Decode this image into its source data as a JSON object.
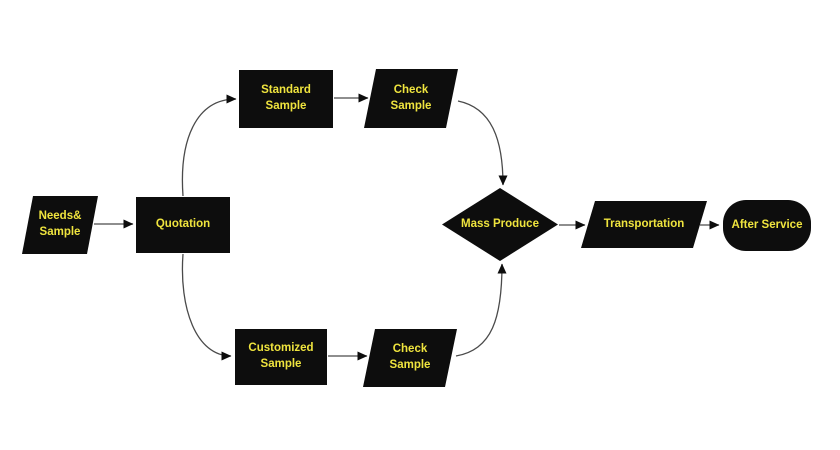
{
  "diagram": {
    "type": "flowchart",
    "colors": {
      "background": "#ffffff",
      "node_fill": "#0d0d0d",
      "text": "#efe43e",
      "edge_line": "#4a4a4a",
      "arrowhead": "#0d0d0d"
    },
    "nodes": {
      "needs_sample": {
        "label": "Needs&\nSample",
        "shape": "parallelogram"
      },
      "quotation": {
        "label": "Quotation",
        "shape": "rectangle"
      },
      "standard_sample": {
        "label": "Standard\nSample",
        "shape": "rectangle"
      },
      "check_sample_top": {
        "label": "Check\nSample",
        "shape": "parallelogram"
      },
      "customized_sample": {
        "label": "Customized\nSample",
        "shape": "rectangle"
      },
      "check_sample_bottom": {
        "label": "Check\nSample",
        "shape": "parallelogram"
      },
      "mass_produce": {
        "label": "Mass Produce",
        "shape": "diamond"
      },
      "transportation": {
        "label": "Transportation",
        "shape": "parallelogram"
      },
      "after_service": {
        "label": "After Service",
        "shape": "stadium"
      }
    },
    "edges": [
      {
        "from": "needs_sample",
        "to": "quotation"
      },
      {
        "from": "quotation",
        "to": "standard_sample"
      },
      {
        "from": "quotation",
        "to": "customized_sample"
      },
      {
        "from": "standard_sample",
        "to": "check_sample_top"
      },
      {
        "from": "customized_sample",
        "to": "check_sample_bottom"
      },
      {
        "from": "check_sample_top",
        "to": "mass_produce"
      },
      {
        "from": "check_sample_bottom",
        "to": "mass_produce"
      },
      {
        "from": "mass_produce",
        "to": "transportation"
      },
      {
        "from": "transportation",
        "to": "after_service"
      }
    ]
  }
}
